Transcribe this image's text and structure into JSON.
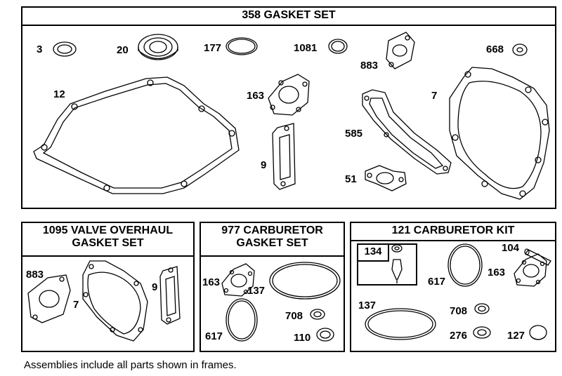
{
  "frames": {
    "main": {
      "title": "358 GASKET SET"
    },
    "valve": {
      "title_line1": "1095 VALVE OVERHAUL",
      "title_line2": "GASKET SET"
    },
    "carb_gasket": {
      "title_line1": "977 CARBURETOR",
      "title_line2": "GASKET SET"
    },
    "carb_kit": {
      "title": "121 CARBURETOR KIT",
      "subassembly": "134"
    }
  },
  "parts": {
    "p3": "3",
    "p20": "20",
    "p177": "177",
    "p1081": "1081",
    "p883": "883",
    "p668": "668",
    "p12": "12",
    "p163": "163",
    "p7": "7",
    "p585": "585",
    "p9": "9",
    "p51": "51",
    "p617": "617",
    "p137": "137",
    "p708": "708",
    "p110": "110",
    "p104": "104",
    "p276": "276",
    "p127": "127"
  },
  "footnote": "Assemblies include all parts shown in frames."
}
